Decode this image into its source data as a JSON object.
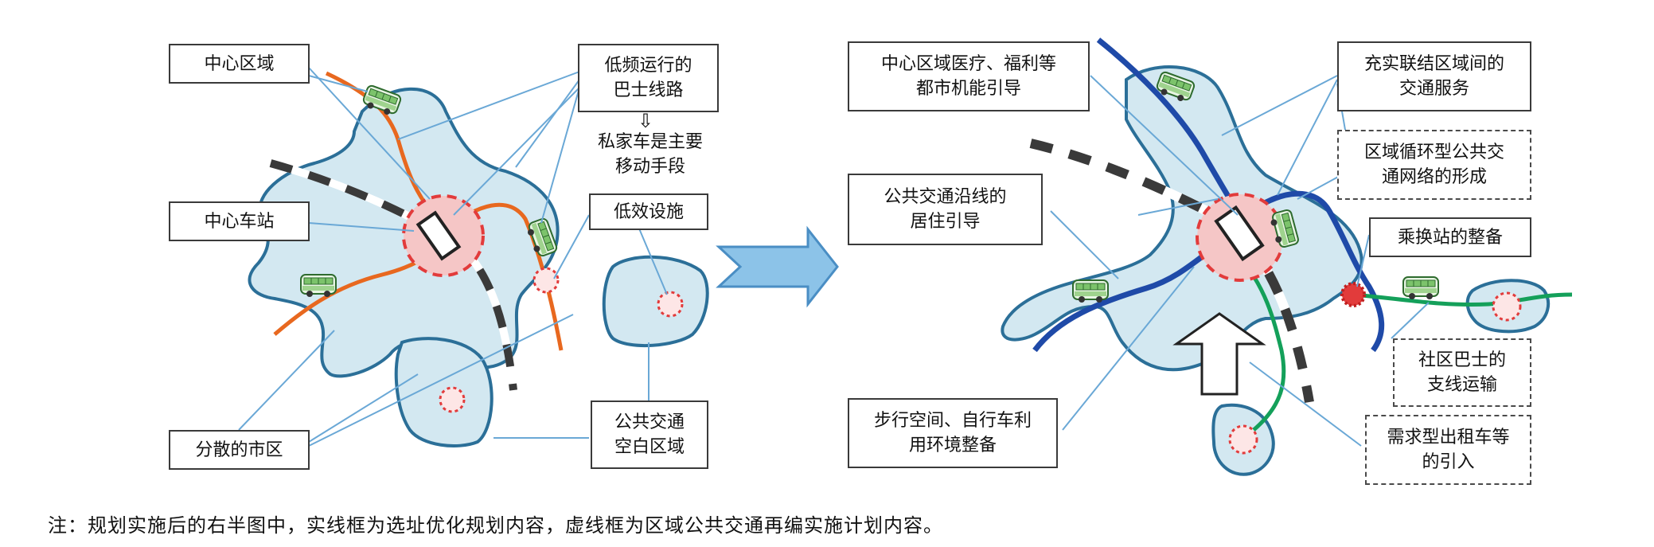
{
  "left_panel": {
    "labels": {
      "center_area": "中心区域",
      "low_freq_bus": "低频运行的\n巴士线路",
      "private_car": "私家车是主要\n移动手段",
      "center_station": "中心车站",
      "low_efficiency": "低效设施",
      "dispersed_city": "分散的市区",
      "transit_blank": "公共交通\n空白区域"
    },
    "arrow_glyph": "⇩"
  },
  "right_panel": {
    "labels": {
      "center_functions": "中心区域医疗、福利等\n都市机能引导",
      "inter_area_transport": "充实联结区域间的\n交通服务",
      "circular_network": "区域循环型公共交\n通网络的形成",
      "residence_along": "公共交通沿线的\n居住引导",
      "transfer_station": "乘换站的整备",
      "walking_cycling": "步行空间、自行车利\n用环境整备",
      "community_bus": "社区巴士的\n支线运输",
      "demand_taxi": "需求型出租车等\n的引入"
    }
  },
  "colors": {
    "area_fill": "#d3e8f1",
    "area_stroke": "#2b6f98",
    "bus_route": "#e8681f",
    "trunk_line": "#1f4aa8",
    "branch_line": "#14a05a",
    "center_circle": "#f5c6c6",
    "red_dashed": "#e23b3b",
    "arrow_fill": "#8cc3e8",
    "leader": "#6aa8d6"
  },
  "footnote": "注：规划实施后的右半图中，实线框为选址优化规划内容，虚线框为区域公共交通再编实施计划内容。"
}
